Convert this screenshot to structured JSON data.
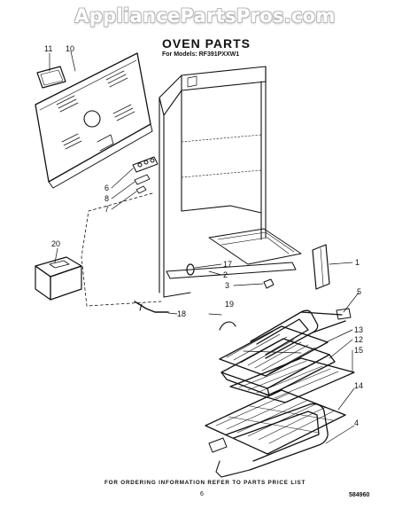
{
  "watermark": "AppliancePartsPros.com",
  "title": "OVEN PARTS",
  "model_line": "For Models: RF391PXXW1",
  "footer_note": "FOR ORDERING INFORMATION REFER TO PARTS PRICE LIST",
  "page_number": "6",
  "doc_number": "584960",
  "tiny_left": "",
  "tiny_right": "",
  "callouts": {
    "c1": "1",
    "c2": "2",
    "c3": "3",
    "c4": "4",
    "c5": "5",
    "c6": "6",
    "c7": "7",
    "c8": "8",
    "c10": "10",
    "c11": "11",
    "c12": "12",
    "c13": "13",
    "c14": "14",
    "c15": "15",
    "c17": "17",
    "c18": "18",
    "c19": "19",
    "c20": "20"
  },
  "colors": {
    "ink": "#111111",
    "watermark_outline": "#b9b9b9"
  }
}
